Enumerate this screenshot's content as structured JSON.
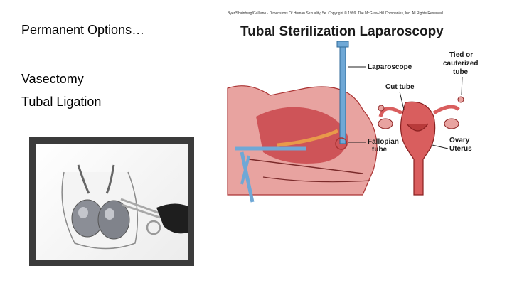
{
  "slide": {
    "heading": "Permanent Options…",
    "bullets": [
      "Vasectomy",
      "Tubal Ligation"
    ]
  },
  "diagram": {
    "caption": "Byer/Shainberg/Galliano · Dimensions Of Human Sexuality, 5e. Copyright © 1999. The McGraw-Hill Companies, Inc. All Rights Reserved.",
    "title": "Tubal Sterilization Laparoscopy",
    "labels": {
      "laparoscope": "Laparoscope",
      "tied_line1": "Tied or",
      "tied_line2": "cauterized",
      "tied_line3": "tube",
      "cut_tube": "Cut tube",
      "fallopian_line1": "Fallopian",
      "fallopian_line2": "tube",
      "ovary": "Ovary",
      "uterus": "Uterus"
    }
  },
  "colors": {
    "tissue_pink": "#e8a3a0",
    "tissue_dark": "#c9464b",
    "instrument_blue": "#6fa8d6",
    "frame_gray": "#3b3b3b"
  }
}
